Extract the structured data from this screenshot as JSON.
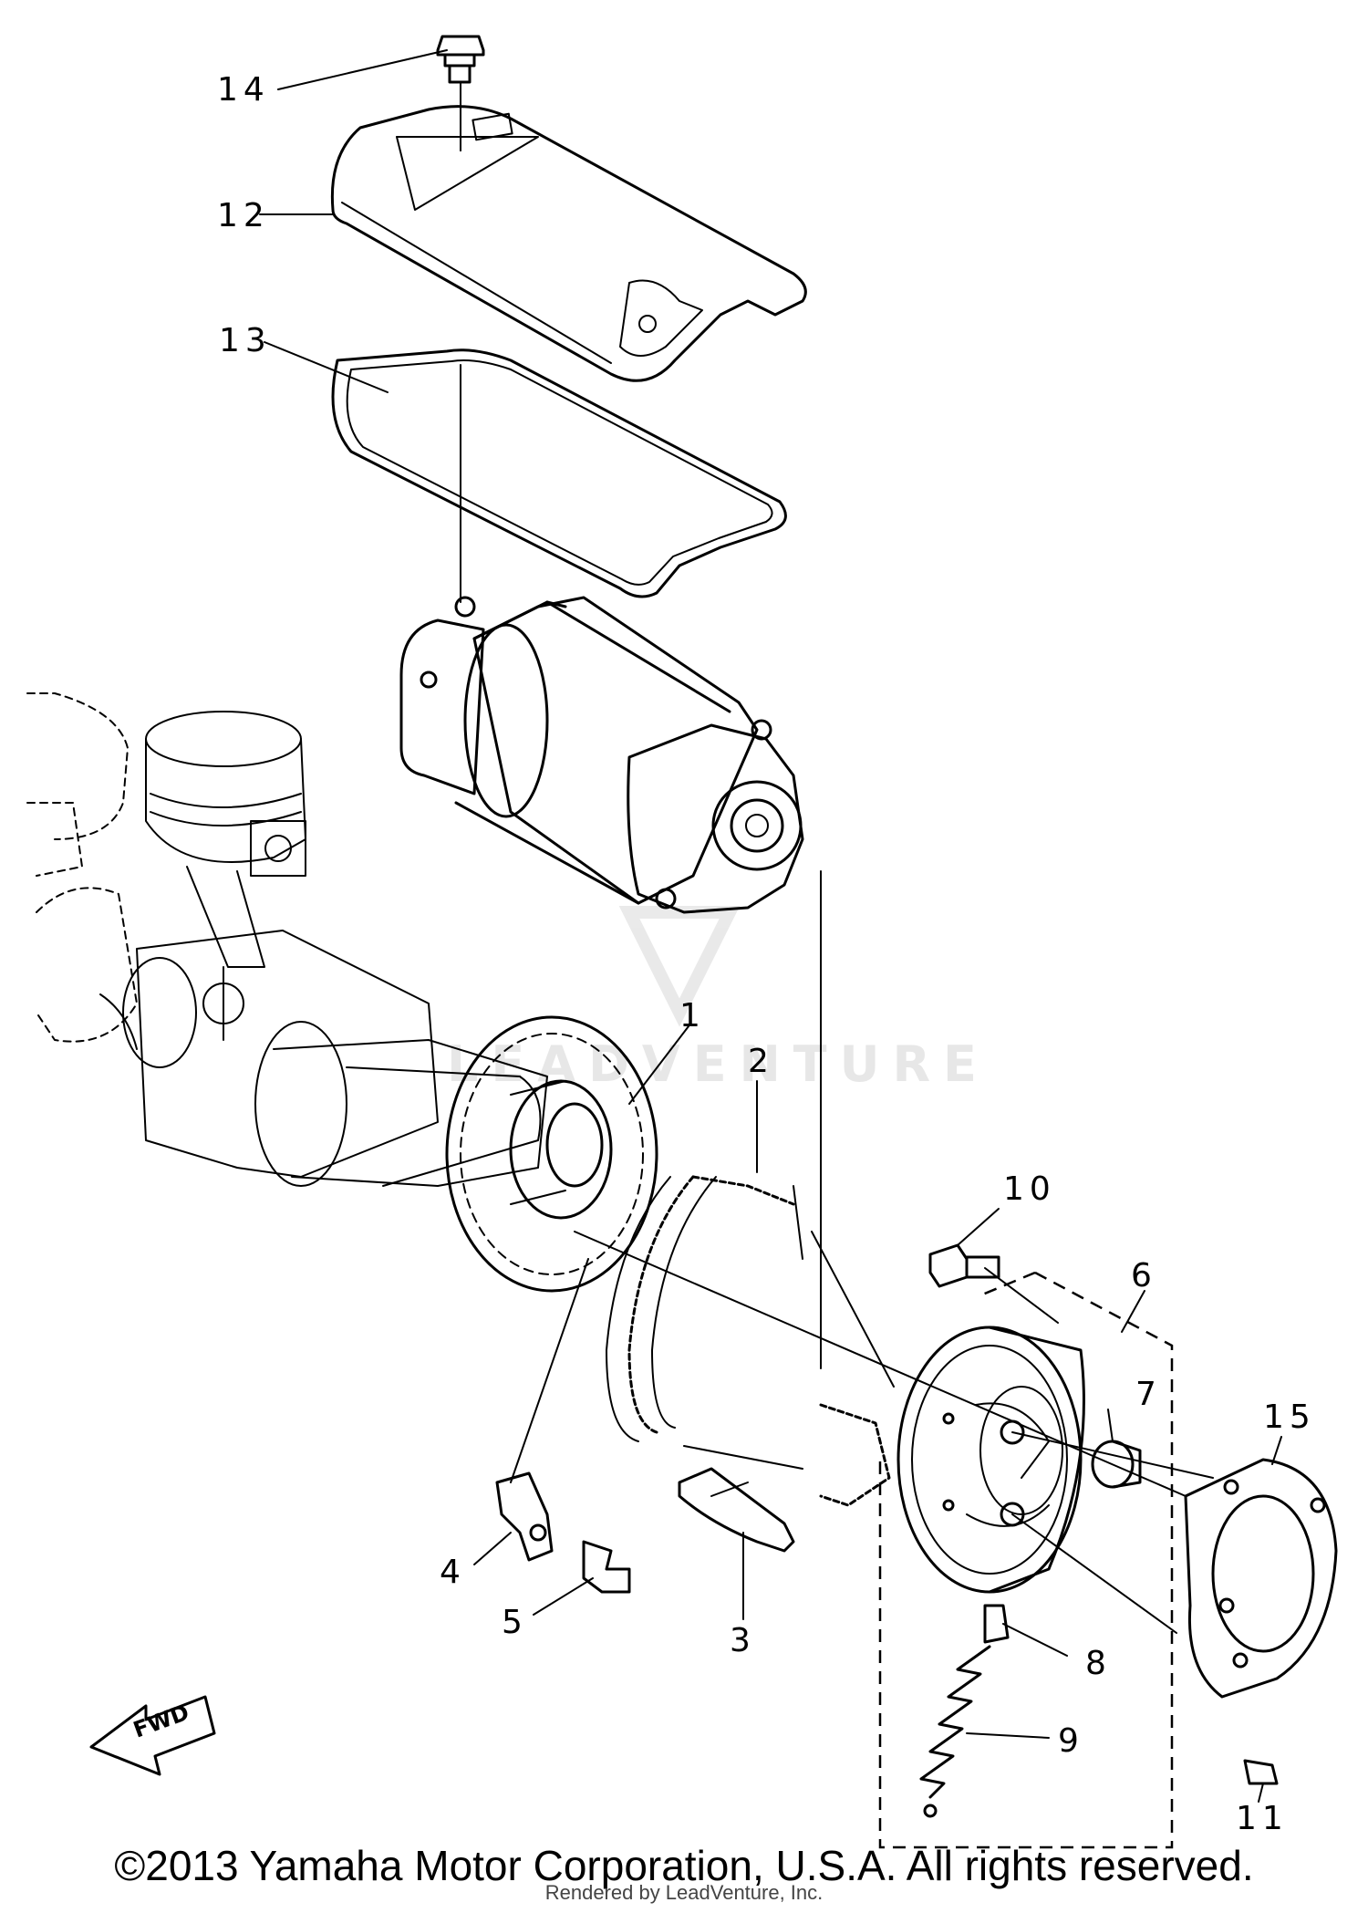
{
  "diagram": {
    "callouts": {
      "c1": "1",
      "c2": "2",
      "c3": "3",
      "c4": "4",
      "c5": "5",
      "c6": "6",
      "c7": "7",
      "c8": "8",
      "c9": "9",
      "c10": "10",
      "c11": "11",
      "c12": "12",
      "c13": "13",
      "c14": "14",
      "c15": "15"
    },
    "fwd_label": "FWD",
    "watermark": "LEADVENTURE"
  },
  "footer": {
    "copyright": "©2013 Yamaha Motor Corporation, U.S.A. All rights reserved.",
    "rendered_by": "Rendered by LeadVenture, Inc."
  }
}
